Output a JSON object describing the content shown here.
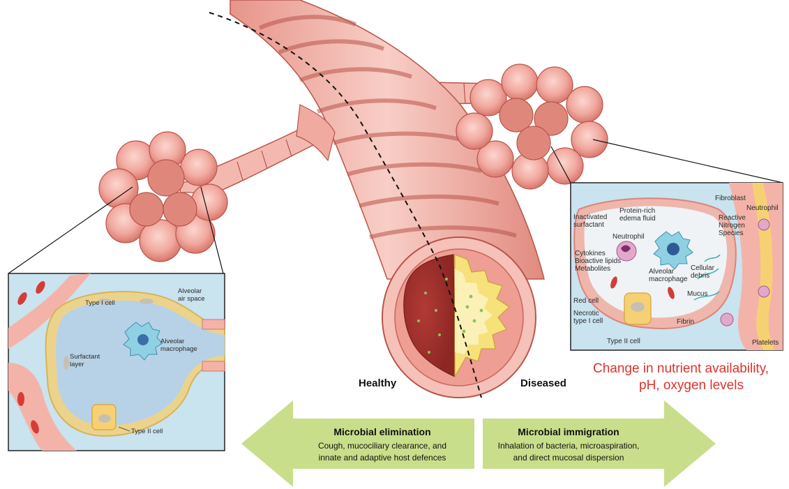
{
  "airway": {
    "healthy_label": "Healthy",
    "diseased_label": "Diseased"
  },
  "healthy_inset": {
    "labels": {
      "type1": "Type I cell",
      "airspace_1": "Alveolar",
      "airspace_2": "air space",
      "macrophage_1": "Alveolar",
      "macrophage_2": "macrophage",
      "surfactant_1": "Surfactant",
      "surfactant_2": "layer",
      "type2": "Type II cell"
    }
  },
  "diseased_inset": {
    "labels": {
      "inactivated_1": "Inactivated",
      "inactivated_2": "surfactant",
      "protein_1": "Protein-rich",
      "protein_2": "edema fluid",
      "fibroblast": "Fibroblast",
      "neutrophil_top": "Neutrophil",
      "reactive_1": "Reactive",
      "reactive_2": "Nitrogen",
      "reactive_3": "Species",
      "neutrophil_mid": "Neutrophil",
      "cytokines": "Cytokines",
      "bioactive": "Bioactive lipids",
      "metabolites": "Metabolites",
      "alveolar_1": "Alveolar",
      "alveolar_2": "macrophage",
      "cellular_1": "Cellular",
      "cellular_2": "debris",
      "mucus": "Mucus",
      "red_cell": "Red cell",
      "necrotic_1": "Necrotic",
      "necrotic_2": "type I cell",
      "fibrin": "Fibrin",
      "type2": "Type II cell",
      "platelets": "Platelets"
    }
  },
  "note": {
    "line1": "Change in nutrient availability,",
    "line2": "pH, oxygen levels"
  },
  "arrows": {
    "left": {
      "title": "Microbial elimination",
      "line1": "Cough, mucociliary clearance, and",
      "line2": "innate and adaptive host defences"
    },
    "right": {
      "title": "Microbial immigration",
      "line1": "Inhalation of bacteria, microaspiration,",
      "line2": "and direct mucosal dispersion"
    }
  },
  "colors": {
    "tissue": "#f0aaa0",
    "tissue_dark": "#d9766b",
    "lumen": "#c94f4a",
    "arrow": "#c9de8a",
    "inset_bg": "#c9e3ef",
    "note": "#e0322c"
  }
}
